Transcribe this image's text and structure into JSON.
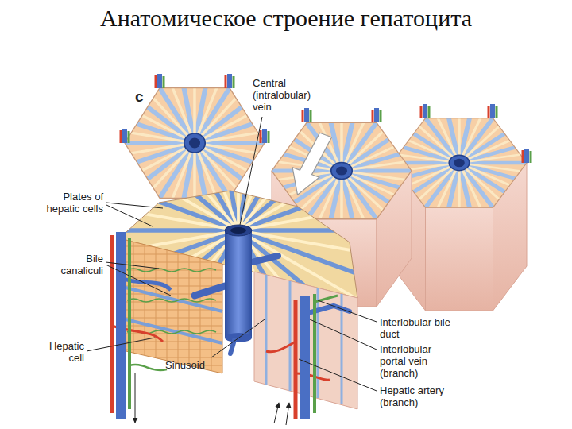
{
  "diagram": {
    "title": "Анатомическое строение гепатоцита",
    "labels": [
      "c",
      "Central (intralobular) vein",
      "Plates of hepatic cells",
      "Bile canaliculi",
      "Hepatic cell",
      "Sinusoid",
      "Interlobular bile duct",
      "Interlobular portal vein (branch)",
      "Hepatic artery (branch)"
    ]
  }
}
